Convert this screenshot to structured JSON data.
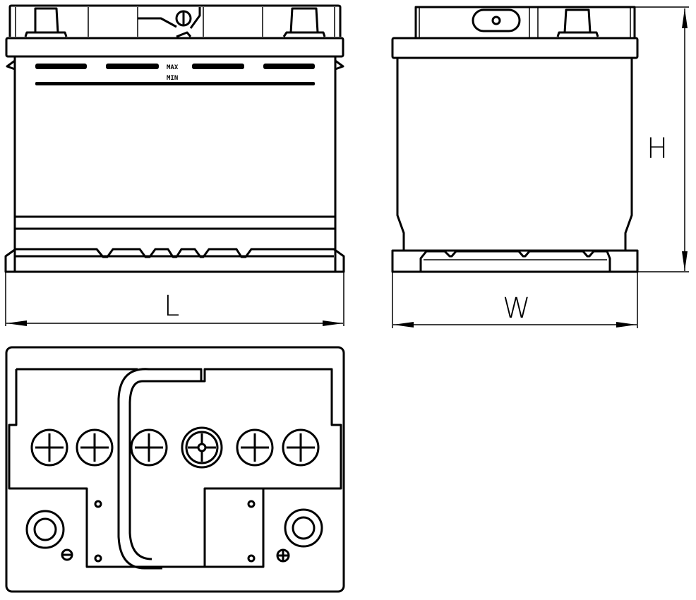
{
  "drawing": {
    "front_view": {
      "max_label": "MAX",
      "min_label": "MIN"
    },
    "dimensions": {
      "length_label": "L",
      "width_label": "W",
      "height_label": "H"
    },
    "colors": {
      "line": "#000000",
      "background": "#ffffff"
    }
  }
}
